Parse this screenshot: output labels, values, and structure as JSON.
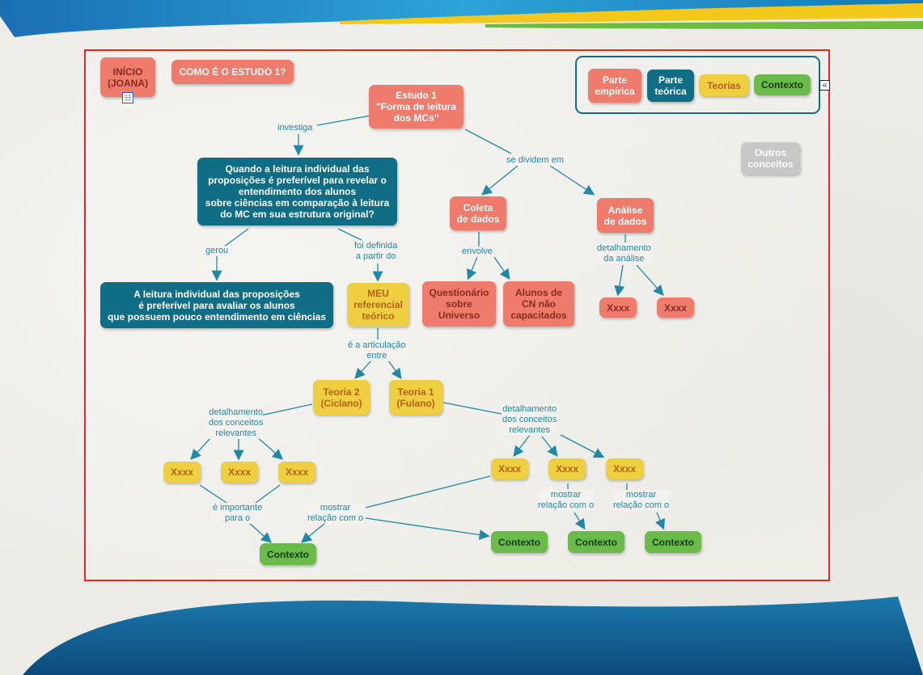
{
  "nodes": {
    "inicio": "INÍCIO\n(JOANA)",
    "como": "COMO É O ESTUDO 1?",
    "estudo1": "Estudo 1\n\"Forma de leitura\ndos MCs\"",
    "quando": "Quando a leitura individual das\nproposições é preferível para revelar o\nentendimento dos alunos\nsobre ciências em comparação à leitura\ndo MC em sua estrutura original?",
    "leitura": "A leitura individual das proposições\né preferível para avaliar os alunos\nque possuem pouco entendimento em ciências",
    "meu": "MEU\nreferencial\nteórico",
    "coleta": "Coleta\nde dados",
    "analise": "Análise\nde dados",
    "questionario": "Questionário\nsobre\nUniverso",
    "alunos": "Alunos de\nCN não\ncapacitados",
    "xr1": "Xxxx",
    "xr2": "Xxxx",
    "teoria2": "Teoria 2\n(Ciclano)",
    "teoria1": "Teoria 1\n(Fulano)",
    "xy1": "Xxxx",
    "xy2": "Xxxx",
    "xy3": "Xxxx",
    "xy4": "Xxxx",
    "xy5": "Xxxx",
    "xy6": "Xxxx",
    "ctx1": "Contexto",
    "ctx2": "Contexto",
    "ctx3": "Contexto",
    "ctx4": "Contexto",
    "outros": "Outros\nconceitos"
  },
  "legend": {
    "empirica": "Parte\nempírica",
    "teorica": "Parte\nteórica",
    "teorias": "Teorias",
    "contexto": "Contexto"
  },
  "links": {
    "investiga": "investiga",
    "se_dividem": "se dividem em",
    "gerou": "gerou",
    "foi_definida": "foi definida\na partir do",
    "envolve": "envolve",
    "detalhamento_analise": "detalhamento\nda análise",
    "articulacao": "é a articulação\nentre",
    "detalhamento_left": "detalhamento\ndos conceitos\nrelevantes",
    "detalhamento_right": "detalhamento\ndos conceitos\nrelevantes",
    "importante": "é importante\npara o",
    "mostrar_left": "mostrar\nrelação com o",
    "mostrar_mid": "mostrar\nrelação com o",
    "mostrar_right": "mostrar\nrelação com o"
  },
  "colors": {
    "empirica": "#ee7b6b",
    "teorica": "#0f6e86",
    "teorias": "#eecf3f",
    "contexto": "#6bbb4b",
    "frame": "#e0282e",
    "link": "#1f88a6"
  },
  "icons": {
    "submap": "submap-icon",
    "collapse": "collapse-icon"
  }
}
